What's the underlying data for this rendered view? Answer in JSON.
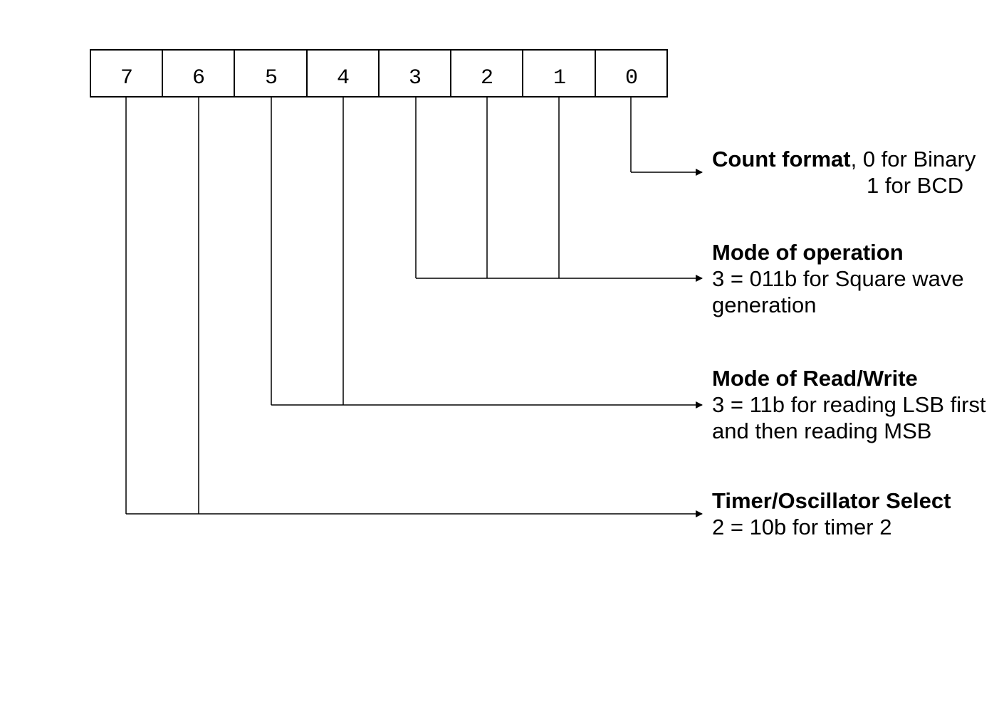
{
  "register": {
    "bits": [
      "7",
      "6",
      "5",
      "4",
      "3",
      "2",
      "1",
      "0"
    ]
  },
  "fields": {
    "count_format": {
      "title": "Count format",
      "line1_rest": ", 0 for Binary",
      "line2": "1 for BCD"
    },
    "mode_of_operation": {
      "title": "Mode of operation",
      "line1": "3 = 011b for Square wave",
      "line2": "generation"
    },
    "mode_of_read_write": {
      "title": "Mode of Read/Write",
      "line1": "3 = 11b for reading LSB first",
      "line2": "and then reading MSB"
    },
    "timer_select": {
      "title": "Timer/Oscillator Select",
      "line1": "2 = 10b for timer 2"
    }
  }
}
